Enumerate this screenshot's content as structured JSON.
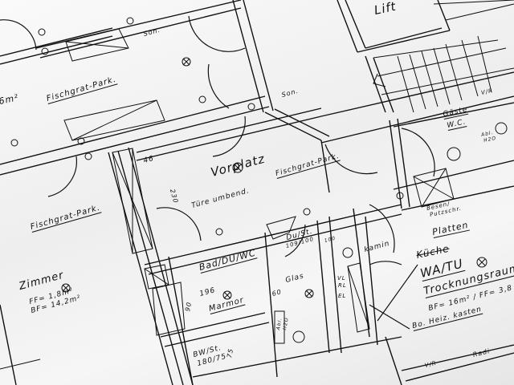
{
  "labels": {
    "lift": "Lift",
    "area_top_left": "6m²",
    "parquet_1": "Fischgrat-Park.",
    "parquet_2": "Fischgrat-Park.",
    "parquet_3": "Fischgrat-Park.",
    "son_1": "Son.",
    "son_2": "Son.",
    "vorplatz": "Vorplatz",
    "door_note": "Türe umbend.",
    "dim_46": "46",
    "dim_230": "230",
    "zimmer": "Zimmer",
    "zimmer_ff": "FF= 1,8m²",
    "zimmer_bf": "BF= 14,2m²",
    "bad": "Bad/DU/WC",
    "dim_196": "196",
    "dim_90": "90",
    "marmor": "Marmor",
    "bw_st": "BW/St.",
    "bw_dim": "180/75",
    "dim_75": "75",
    "du_st": "Du/St.",
    "du_dim": "109/100",
    "dim_100": "100",
    "glas": "Glas",
    "dim_60": "60",
    "kamin": "kamin",
    "vl": "VL",
    "rl": "RL",
    "el": "EL",
    "platten": "Platten",
    "kueche": "Küche",
    "watu": "WA/TU",
    "trocknung": "Trocknungsraum",
    "wa_area": "BF= 16m² / FF= 3,8",
    "heiz": "Bo. Heiz. kasten",
    "radi": "Radi",
    "vr_bottom": "V/R",
    "gaeste": "Gäste",
    "wc": "W.C.",
    "vr_top": "V/R",
    "abl_1": "Abl.",
    "h2o_1": "H2O",
    "abl_2": "Abl.",
    "h2o_2": "H2O",
    "besen": "Besen/",
    "putz": "Putzschr."
  }
}
